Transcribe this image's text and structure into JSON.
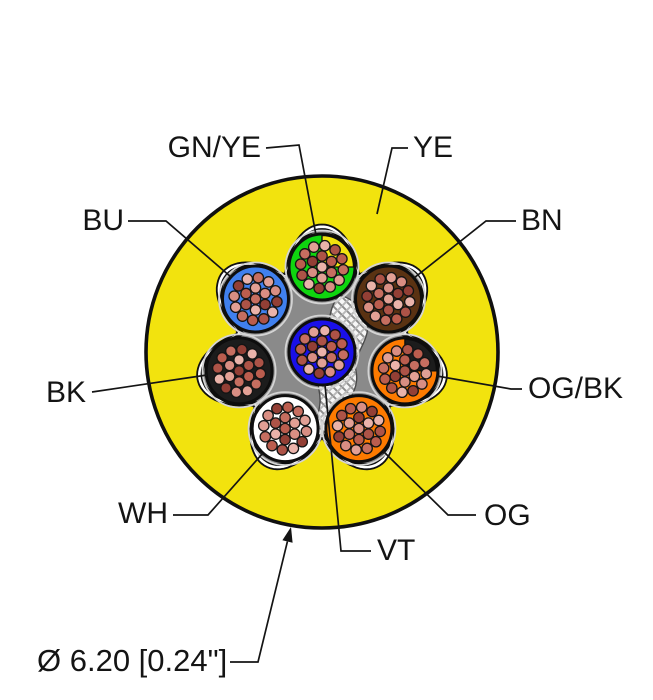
{
  "figure": {
    "background": "#ffffff",
    "type": "cable-cross-section"
  },
  "labels": {
    "gnye": "GN/YE",
    "ye": "YE",
    "bu": "BU",
    "bn": "BN",
    "bk": "BK",
    "ogbk": "OG/BK",
    "wh": "WH",
    "vt": "VT",
    "og": "OG"
  },
  "dimension": {
    "text": "Ø 6.20 [0.24\"]"
  },
  "cable": {
    "jacket": {
      "label": "YE",
      "color": "#f2e30e",
      "outline": "#101010"
    },
    "filler_color": "#8a8a8a",
    "wrap_band_color": "#ffffff",
    "hatch": {
      "background": "#f7f7f7",
      "line_color": "#8f8f8f",
      "alt_line_color": "#b9b9b9"
    },
    "strands_per_conductor": 19,
    "strand_palette": [
      "#eab3aa",
      "#d98e83",
      "#c66e60",
      "#ad5347",
      "#933f35",
      "#e2a095",
      "#bb5d4e"
    ],
    "strand_outline": "#141414",
    "conductor_outline": "#0d0d0d",
    "conductors": {
      "gnye": {
        "label": "GN/YE",
        "base": "#0fd50f",
        "accent": "#f2e30e"
      },
      "bn": {
        "label": "BN",
        "base": "#5a3212"
      },
      "ogbk": {
        "label": "OG/BK",
        "base": "#fd7a00",
        "accent": "#1c1c1c"
      },
      "og": {
        "label": "OG",
        "base": "#fd7a00"
      },
      "wh": {
        "label": "WH",
        "base": "#ffffff"
      },
      "bk": {
        "label": "BK",
        "base": "#1c1c1c"
      },
      "bu": {
        "label": "BU",
        "base": "#4080ee"
      },
      "vt": {
        "label": "VT",
        "base": "#1a10e8"
      }
    },
    "layout_order_clockwise_from_top": [
      "gnye",
      "bn",
      "ogbk",
      "og",
      "wh",
      "bk",
      "bu"
    ],
    "center_conductor": "vt"
  }
}
